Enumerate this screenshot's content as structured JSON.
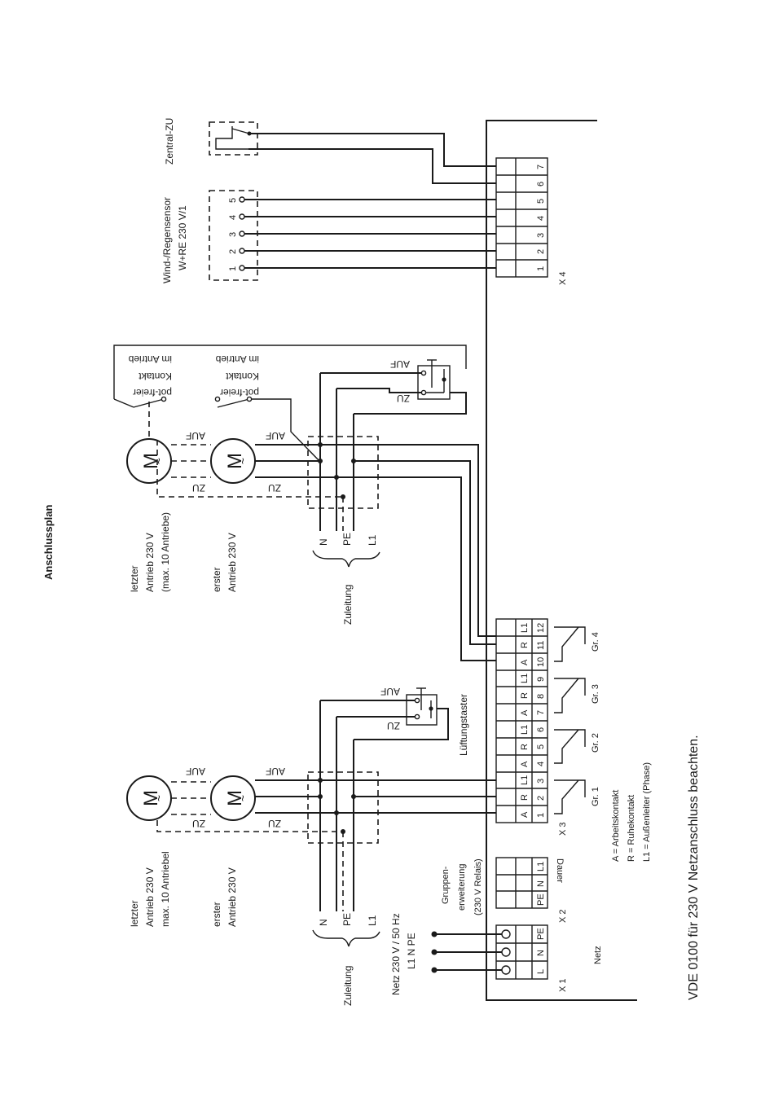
{
  "heading": "Anschlussplan",
  "footer_note": "VDE 0100 für 230 V Netzanschluss beachten.",
  "upper_group": {
    "last_drive": [
      "letzter",
      "Antrieb 230 V",
      "(max. 10 Antriebe)"
    ],
    "first_drive": [
      "erster",
      "Antrieb 230 V"
    ],
    "contact": [
      "pot-freier",
      "Kontakt",
      "im Antrieb"
    ],
    "auf": "AUF",
    "zu": "ZU",
    "supply_wires": [
      "N",
      "PE",
      "L1"
    ],
    "supply_label": "Zuleitung",
    "motor_symbol": "M"
  },
  "lower_group": {
    "last_drive": [
      "letzter",
      "Antrieb 230 V",
      "max. 10 Antriebel"
    ],
    "first_drive": [
      "erster",
      "Antrieb 230 V"
    ],
    "auf": "AUF",
    "zu": "ZU",
    "supply_wires": [
      "N",
      "PE",
      "L1"
    ],
    "supply_label": "Zuleitung",
    "vent_button": "Lüftungstaster",
    "motor_symbol": "M"
  },
  "sensors": {
    "central_zu": "Zentral-ZU",
    "wind_rain": [
      "Wind-/Regensensor",
      "W+RE 230 V/1"
    ],
    "pins": [
      "1",
      "2",
      "3",
      "4",
      "5"
    ]
  },
  "terminals": {
    "x4": {
      "label": "X 4",
      "numbers": [
        "1",
        "2",
        "3",
        "4",
        "5",
        "6",
        "7"
      ]
    },
    "x3": {
      "label": "X 3",
      "numbers": [
        "1",
        "2",
        "3",
        "4",
        "5",
        "6",
        "7",
        "8",
        "9",
        "10",
        "11",
        "12"
      ],
      "codes": [
        "A",
        "R",
        "L1",
        "A",
        "R",
        "L1",
        "A",
        "R",
        "L1",
        "A",
        "R",
        "L1"
      ],
      "groups": [
        "Gr. 1",
        "Gr. 2",
        "Gr. 3",
        "Gr. 4"
      ]
    },
    "x2": {
      "label": "X 2",
      "codes": [
        "PE",
        "N",
        "L1"
      ],
      "dauer": "Dauer"
    },
    "x1": {
      "label": "X 1",
      "codes": [
        "L",
        "N",
        "PE"
      ],
      "netz": "Netz"
    }
  },
  "group_extension": [
    "Gruppen-",
    "erweiterung",
    "(230 V Relais)"
  ],
  "mains": [
    "Netz 230 V / 50 Hz",
    "L1 N PE"
  ],
  "legend": [
    "A = Arbeitskontakt",
    "R = Ruhekontakt",
    "L1 = Außenleiter (Phase)"
  ]
}
